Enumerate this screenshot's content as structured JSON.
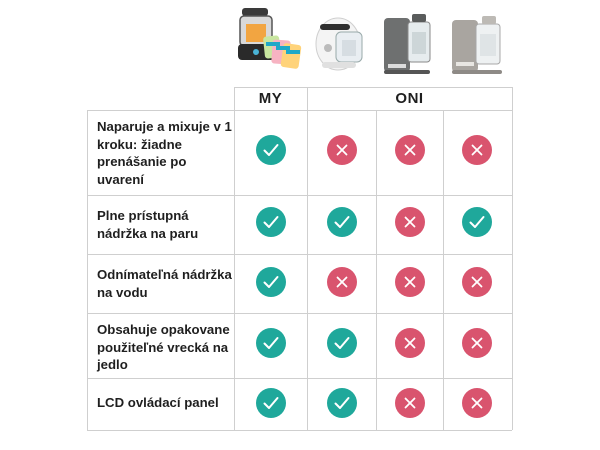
{
  "colors": {
    "check": "#1fa89b",
    "cross": "#d9546e",
    "grid": "#cfcfcf"
  },
  "header": {
    "my_label": "MY",
    "oni_label": "ONI"
  },
  "products": [
    {
      "name": "blender-with-pouches",
      "icon": "product-image"
    },
    {
      "name": "white-steamer",
      "icon": "product-image"
    },
    {
      "name": "grey-steamer",
      "icon": "product-image"
    },
    {
      "name": "light-grey-steamer",
      "icon": "product-image"
    }
  ],
  "rows": [
    {
      "label": "Naparuje a mixuje v 1 kroku: žiadne prenášanie po uvarení",
      "values": [
        "check",
        "cross",
        "cross",
        "cross"
      ]
    },
    {
      "label": "Plne prístupná nádržka na paru",
      "values": [
        "check",
        "check",
        "cross",
        "check"
      ]
    },
    {
      "label": "Odnímateľná nádržka na vodu",
      "values": [
        "check",
        "cross",
        "cross",
        "cross"
      ]
    },
    {
      "label": "Obsahuje opakovane použiteľné vrecká na jedlo",
      "values": [
        "check",
        "check",
        "cross",
        "cross"
      ]
    },
    {
      "label": "LCD ovládací panel",
      "values": [
        "check",
        "check",
        "cross",
        "cross"
      ]
    }
  ]
}
